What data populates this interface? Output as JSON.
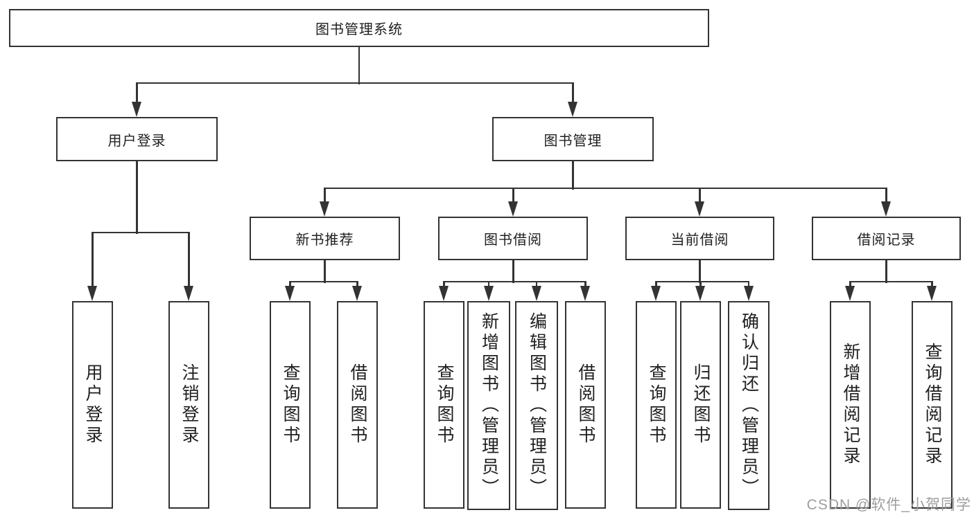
{
  "diagram_title": "图书管理系统",
  "tree": {
    "root": {
      "label": "图书管理系统"
    },
    "level2": [
      {
        "label": "用户登录"
      },
      {
        "label": "图书管理"
      }
    ],
    "level3": [
      {
        "label": "新书推荐",
        "parent": "图书管理"
      },
      {
        "label": "图书借阅",
        "parent": "图书管理"
      },
      {
        "label": "当前借阅",
        "parent": "图书管理"
      },
      {
        "label": "借阅记录",
        "parent": "图书管理"
      }
    ],
    "leaves": [
      {
        "label": "用户登录",
        "parent": "用户登录"
      },
      {
        "label": "注销登录",
        "parent": "用户登录"
      },
      {
        "label": "查询图书",
        "parent": "新书推荐"
      },
      {
        "label": "借阅图书",
        "parent": "新书推荐"
      },
      {
        "label": "查询图书",
        "parent": "图书借阅"
      },
      {
        "label": "新增图书（管理员）",
        "parent": "图书借阅"
      },
      {
        "label": "编辑图书（管理员）",
        "parent": "图书借阅"
      },
      {
        "label": "借阅图书",
        "parent": "图书借阅"
      },
      {
        "label": "查询图书",
        "parent": "当前借阅"
      },
      {
        "label": "归还图书",
        "parent": "当前借阅"
      },
      {
        "label": "确认归还（管理员）",
        "parent": "当前借阅"
      },
      {
        "label": "新增借阅记录",
        "parent": "借阅记录"
      },
      {
        "label": "查询借阅记录",
        "parent": "借阅记录"
      }
    ]
  },
  "watermark": "CSDN @软件_小贺同学",
  "colors": {
    "line": "#333333",
    "text": "#1f1f1f",
    "watermark": "#9e9e9e",
    "background": "#ffffff"
  }
}
